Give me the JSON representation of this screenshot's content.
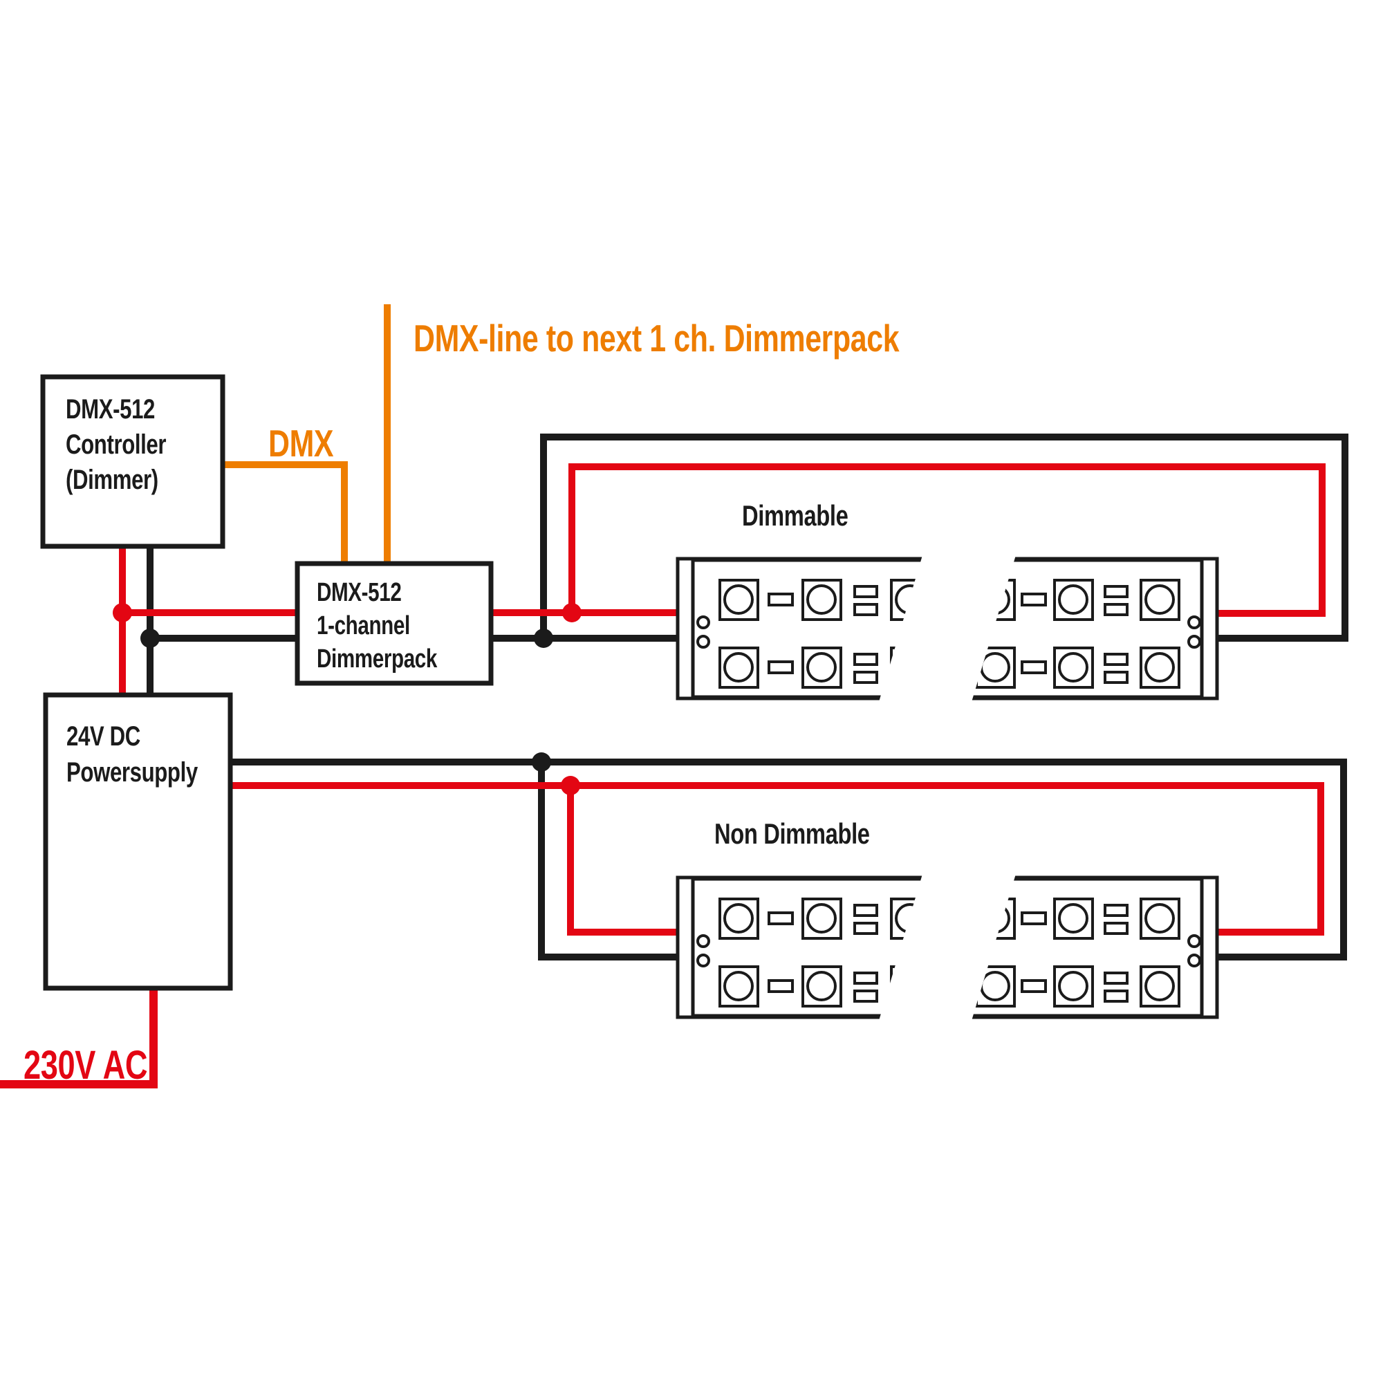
{
  "colors": {
    "wire_positive_red": "#e30613",
    "wire_negative_black": "#1b1b1b",
    "wire_dmx_orange": "#ee7d00",
    "background": "#ffffff"
  },
  "labels": {
    "dmx_line_to_next": "DMX-line to next 1 ch. Dimmerpack",
    "dmx": "DMX",
    "dimmable": "Dimmable",
    "non_dimmable": "Non Dimmable",
    "mains_voltage": "230V AC"
  },
  "boxes": {
    "controller": {
      "line1": "DMX-512",
      "line2": "Controller",
      "line3": "(Dimmer)"
    },
    "dimmerpack": {
      "line1": "DMX-512",
      "line2": "1-channel",
      "line3": "Dimmerpack"
    },
    "powersupply": {
      "line1": "24V DC",
      "line2": "Powersupply"
    }
  }
}
